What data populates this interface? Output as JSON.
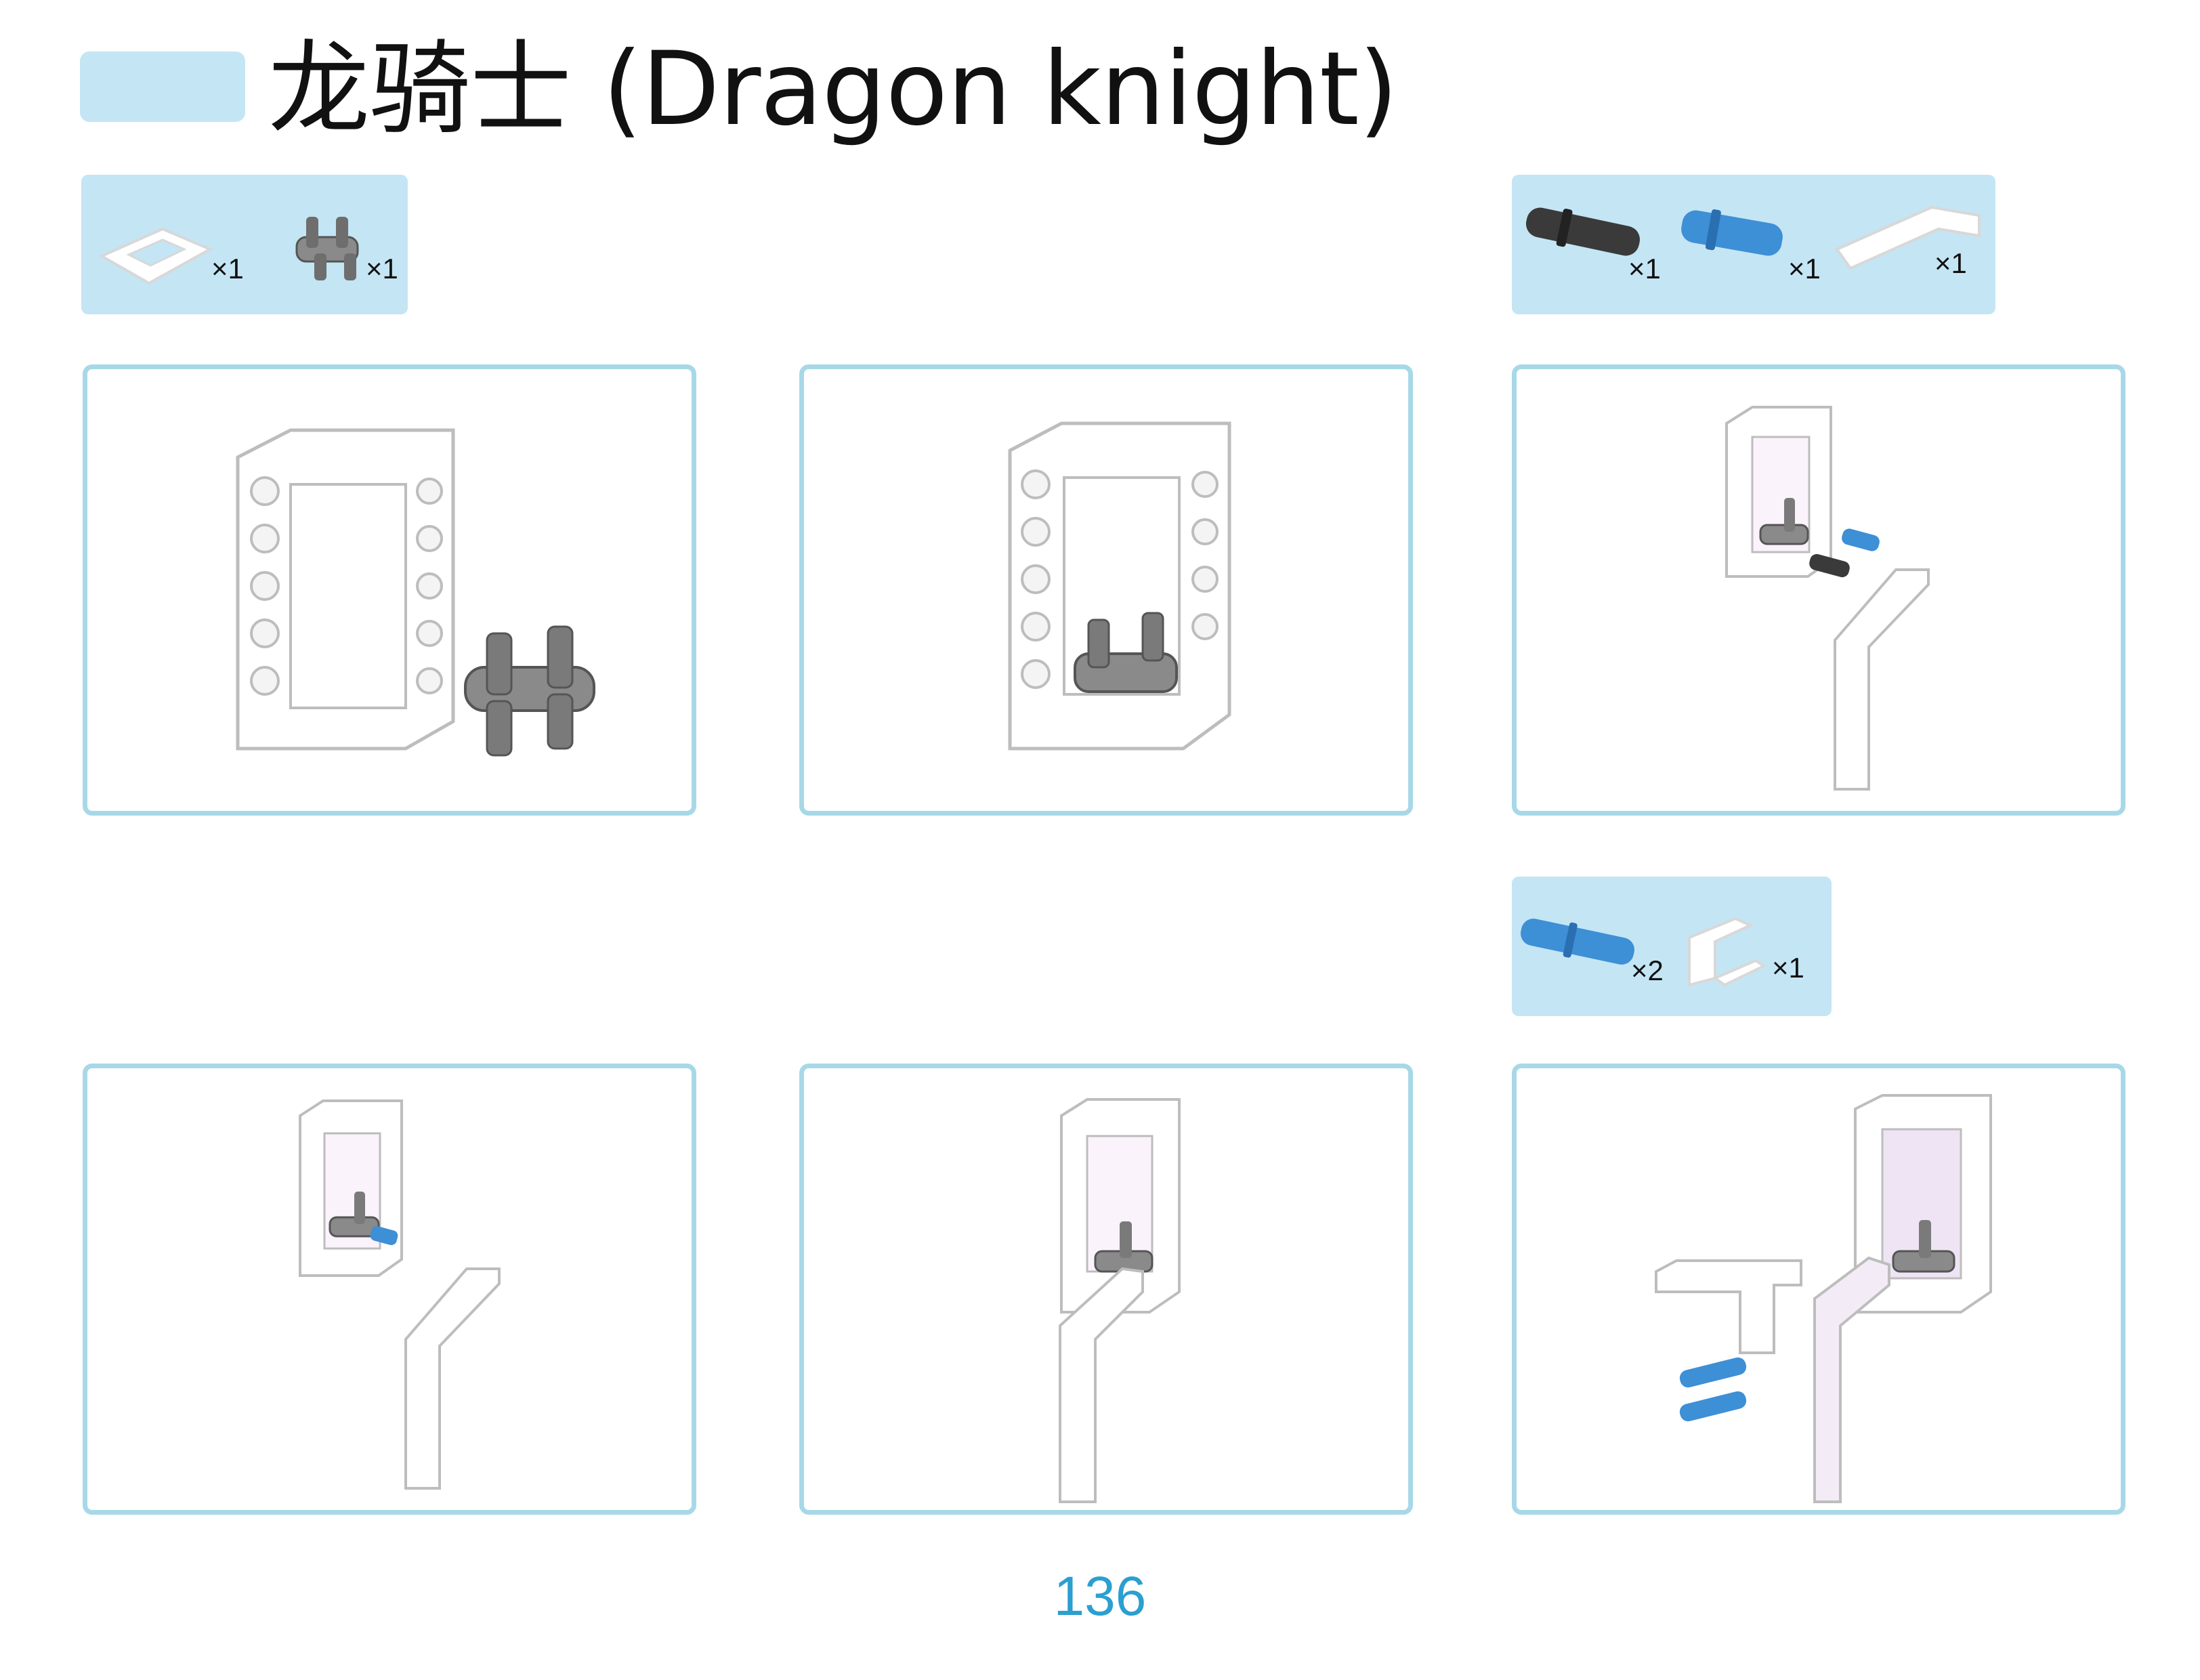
{
  "title": "龙骑士 (Dragon knight)",
  "page_number": "136",
  "colors": {
    "accent": "#c4e5f4",
    "panel_border": "#a7d8e8",
    "page_number": "#2b9fd0",
    "grey_part": "#8a8a8a",
    "blue_part": "#3d8fd6",
    "dark_part": "#3a3a3a"
  },
  "parts_lists": [
    {
      "items": [
        {
          "part": "white-open-frame",
          "qty": "×1"
        },
        {
          "part": "grey-double-pin-connector",
          "qty": "×1"
        }
      ]
    },
    {
      "items": [
        {
          "part": "black-pin",
          "qty": "×1"
        },
        {
          "part": "blue-pin",
          "qty": "×1"
        },
        {
          "part": "white-bent-beam",
          "qty": "×1"
        }
      ]
    },
    {
      "items": [
        {
          "part": "blue-long-pin",
          "qty": "×2"
        },
        {
          "part": "white-l-beam",
          "qty": "×1"
        }
      ]
    }
  ],
  "steps": [
    {
      "illustration": "frame-with-connector"
    },
    {
      "illustration": "connector-inserted-in-frame"
    },
    {
      "illustration": "pins-and-bent-beam"
    },
    {
      "illustration": "pin-attached-with-bent-beam"
    },
    {
      "illustration": "bent-beam-attached"
    },
    {
      "illustration": "l-beam-and-long-pins"
    }
  ]
}
